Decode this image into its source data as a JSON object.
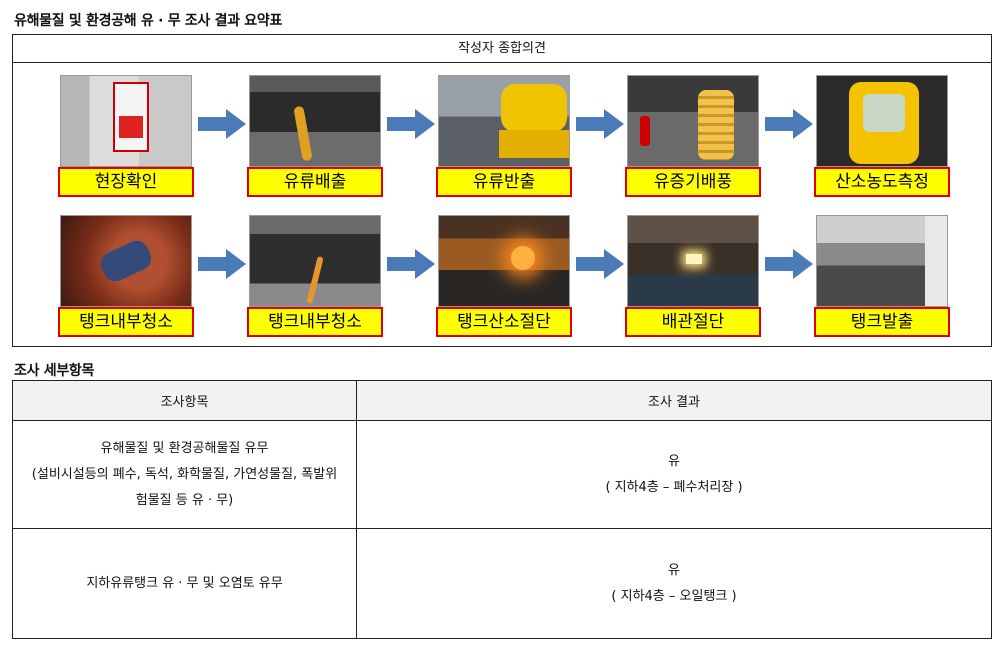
{
  "headings": {
    "summary": "유해물질 및 환경공해 유 · 무 조사 결과 요약표",
    "details": "조사 세부항목"
  },
  "summary_box": {
    "header": "작성자 종합의견",
    "row1": [
      "현장확인",
      "유류배출",
      "유류반출",
      "유증기배풍",
      "산소농도측정"
    ],
    "row2": [
      "탱크내부청소",
      "탱크내부청소",
      "탱크산소절단",
      "배관절단",
      "탱크발출"
    ]
  },
  "table": {
    "col_item": "조사항목",
    "col_result": "조사 결과",
    "rows": [
      {
        "item_lines": [
          "유해물질 및 환경공해물질 유무",
          "(설비시설등의 폐수, 독석, 화학물질, 가연성물질, 폭발위",
          "험물질 등 유 · 무)"
        ],
        "result_main": "유",
        "result_detail": "( 지하4층 – 폐수처리장 )"
      },
      {
        "item_lines": [
          "지하유류탱크 유 · 무 및 오염토 유무"
        ],
        "result_main": "유",
        "result_detail": "( 지하4층 – 오일탱크 )"
      }
    ]
  },
  "colors": {
    "label_bg": "#ffff00",
    "label_border": "#e00000",
    "arrow": "#4a7ab8"
  }
}
